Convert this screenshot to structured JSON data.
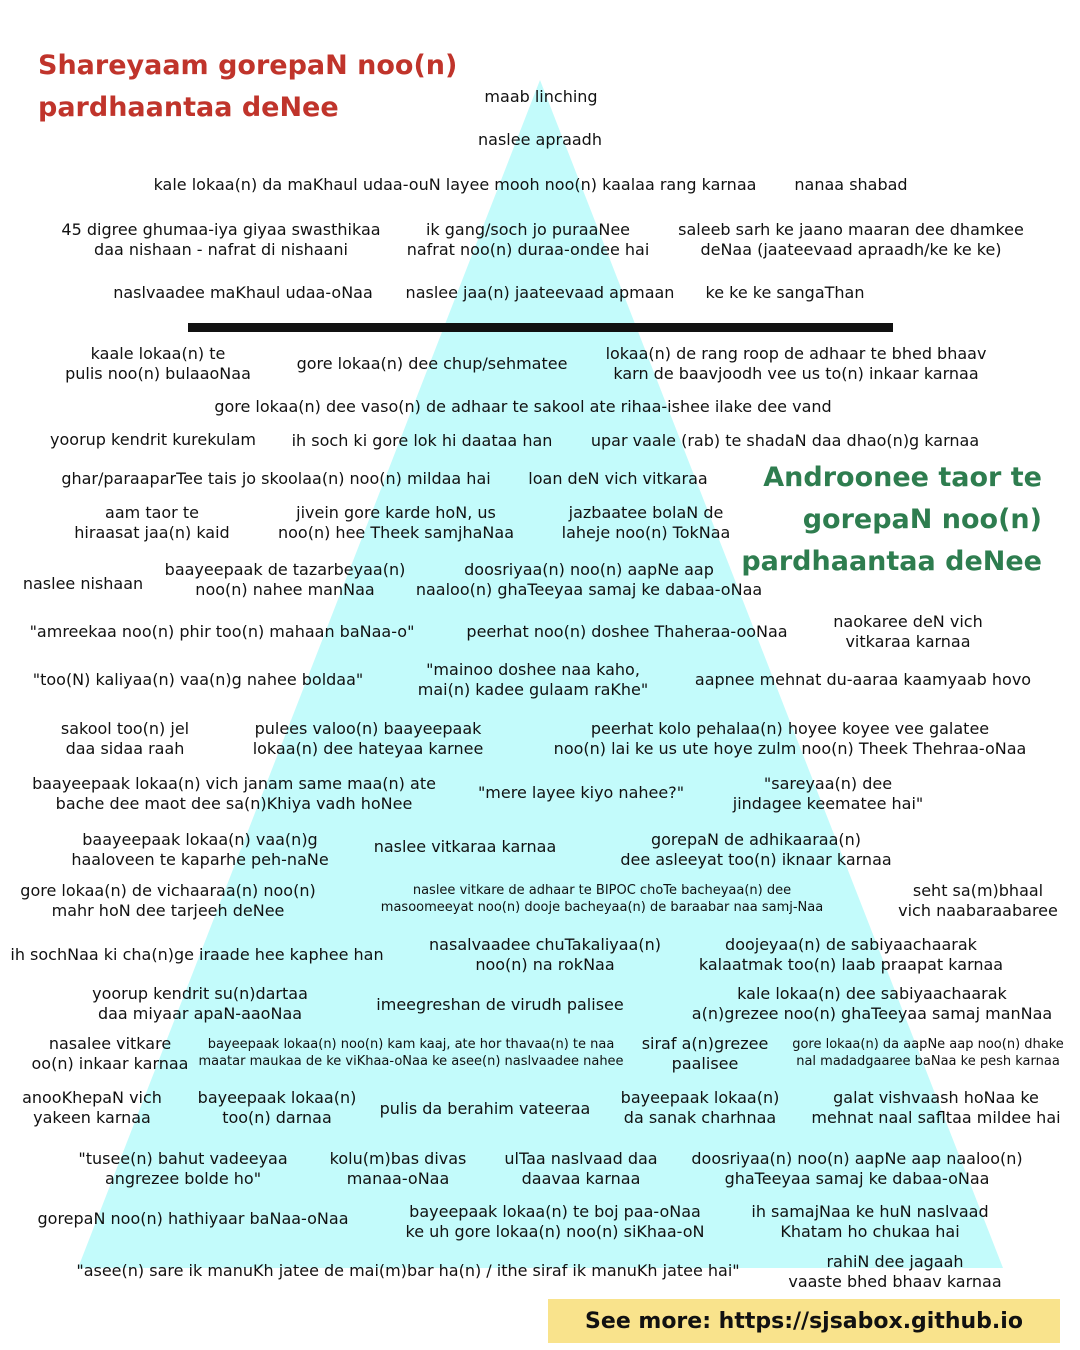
{
  "titles": {
    "overt": [
      "Shareyaam gorepaN noo(n)",
      "pardhaantaa deNee"
    ],
    "covert": [
      "Androonee taor te",
      "gorepaN noo(n)",
      "pardhaantaa deNee"
    ]
  },
  "overt_items": [
    [
      "maab linching"
    ],
    [
      "naslee apraadh"
    ],
    [
      "kale lokaa(n) da maKhaul udaa-ouN layee mooh noo(n) kaalaa rang karnaa"
    ],
    [
      "nanaa shabad"
    ],
    [
      "45 digree ghumaa-iya giyaa swasthikaa",
      "daa nishaan - nafrat di nishaani"
    ],
    [
      "ik gang/soch jo puraaNee",
      "nafrat noo(n) duraa-ondee hai"
    ],
    [
      "saleeb sarh ke jaano maaran dee dhamkee",
      "deNaa (jaateevaad apraadh/ke ke ke)"
    ],
    [
      "naslvaadee maKhaul udaa-oNaa"
    ],
    [
      "naslee jaa(n) jaateevaad apmaan"
    ],
    [
      "ke ke ke sangaThan"
    ]
  ],
  "covert_items": [
    [
      "kaale lokaa(n) te",
      "pulis noo(n) bulaaoNaa"
    ],
    [
      "gore lokaa(n) dee chup/sehmatee"
    ],
    [
      "lokaa(n) de rang roop de adhaar te bhed bhaav",
      "karn de baavjoodh vee us to(n) inkaar karnaa"
    ],
    [
      "gore lokaa(n) dee vaso(n) de adhaar te sakool ate rihaa-ishee ilake dee vand"
    ],
    [
      "yoorup kendrit kurekulam"
    ],
    [
      "ih soch ki gore lok hi daataa han"
    ],
    [
      "upar vaale (rab) te shadaN daa dhao(n)g karnaa"
    ],
    [
      "ghar/paraaparTee tais jo skoolaa(n) noo(n) mildaa hai"
    ],
    [
      "loan deN vich vitkaraa"
    ],
    [
      "aam taor te",
      "hiraasat jaa(n) kaid"
    ],
    [
      "jivein gore karde hoN, us",
      "noo(n) hee Theek samjhaNaa"
    ],
    [
      "jazbaatee bolaN de",
      "laheje noo(n) TokNaa"
    ],
    [
      "naslee nishaan"
    ],
    [
      "baayeepaak de tazarbeyaa(n)",
      "noo(n) nahee manNaa"
    ],
    [
      "doosriyaa(n) noo(n) aapNe aap",
      "naaloo(n) ghaTeeyaa samaj ke dabaa-oNaa"
    ],
    [
      "\"amreekaa noo(n) phir too(n) mahaan baNaa-o\""
    ],
    [
      "peerhat noo(n) doshee Thaheraa-ooNaa"
    ],
    [
      "naokaree deN vich",
      "vitkaraa karnaa"
    ],
    [
      "\"too(N) kaliyaa(n) vaa(n)g nahee boldaa\""
    ],
    [
      "\"mainoo doshee naa kaho,",
      "mai(n) kadee gulaam raKhe\""
    ],
    [
      "aapnee mehnat du-aaraa kaamyaab hovo"
    ],
    [
      "sakool too(n) jel",
      "daa sidaa raah"
    ],
    [
      "pulees valoo(n) baayeepaak",
      "lokaa(n) dee hateyaa karnee"
    ],
    [
      "peerhat kolo pehalaa(n) hoyee koyee vee galatee",
      "noo(n) lai ke us ute hoye zulm noo(n) Theek Thehraa-oNaa"
    ],
    [
      "baayeepaak lokaa(n) vich janam same maa(n) ate",
      "bache dee maot dee sa(n)Khiya vadh hoNee"
    ],
    [
      "\"mere layee kiyo nahee?\""
    ],
    [
      "\"sareyaa(n) dee",
      "jindagee keematee hai\""
    ],
    [
      "baayeepaak lokaa(n) vaa(n)g",
      "haaloveen te kaparhe peh-naNe"
    ],
    [
      "naslee vitkaraa karnaa"
    ],
    [
      "gorepaN de adhikaaraa(n)",
      "dee asleeyat too(n) iknaar karnaa"
    ],
    [
      "gore lokaa(n) de vichaaraa(n) noo(n)",
      "mahr hoN dee tarjeeh deNee"
    ],
    [
      "naslee vitkare de adhaar te BIPOC choTe bacheyaa(n) dee",
      "masoomeeyat noo(n) dooje bacheyaa(n) de baraabar naa samj-Naa"
    ],
    [
      "seht sa(m)bhaal",
      "vich naabaraabaree"
    ],
    [
      "ih sochNaa ki cha(n)ge iraade hee kaphee han"
    ],
    [
      "nasalvaadee chuTakaliyaa(n)",
      "noo(n) na rokNaa"
    ],
    [
      "doojeyaa(n) de sabiyaachaarak",
      "kalaatmak too(n) laab praapat karnaa"
    ],
    [
      "yoorup kendrit su(n)dartaa",
      "daa miyaar apaN-aaoNaa"
    ],
    [
      "imeegreshan de virudh palisee"
    ],
    [
      "kale lokaa(n) dee sabiyaachaarak",
      "a(n)grezee noo(n) ghaTeeyaa samaj manNaa"
    ],
    [
      "nasalee vitkare",
      "oo(n) inkaar karnaa"
    ],
    [
      "bayeepaak lokaa(n) noo(n) kam kaaj, ate hor thavaa(n) te naa",
      "maatar maukaa de ke viKhaa-oNaa ke asee(n) naslvaadee nahee"
    ],
    [
      "siraf a(n)grezee",
      "paalisee"
    ],
    [
      "gore lokaa(n) da aapNe aap noo(n) dhake",
      "nal madadgaaree baNaa ke pesh karnaa"
    ],
    [
      "anooKhepaN vich",
      "yakeen karnaa"
    ],
    [
      "bayeepaak lokaa(n)",
      "too(n) darnaa"
    ],
    [
      "pulis da berahim vateeraa"
    ],
    [
      "bayeepaak lokaa(n)",
      "da sanak charhnaa"
    ],
    [
      "galat vishvaash hoNaa ke",
      "mehnat naal safltaa mildee hai"
    ],
    [
      "\"tusee(n) bahut vadeeyaa",
      "angrezee bolde ho\""
    ],
    [
      "kolu(m)bas divas",
      "manaa-oNaa"
    ],
    [
      "ulTaa naslvaad daa",
      "daavaa karnaa"
    ],
    [
      "doosriyaa(n) noo(n) aapNe aap naaloo(n)",
      "ghaTeeyaa samaj ke dabaa-oNaa"
    ],
    [
      "gorepaN noo(n) hathiyaar baNaa-oNaa"
    ],
    [
      "bayeepaak lokaa(n) te boj paa-oNaa",
      "ke uh gore lokaa(n) noo(n) siKhaa-oN"
    ],
    [
      "ih samajNaa ke huN naslvaad",
      "Khatam ho chukaa hai"
    ],
    [
      "\"asee(n) sare ik manuKh jatee de mai(m)bar ha(n) / ithe siraf ik manuKh jatee hai\""
    ],
    [
      "rahiN dee jagaah",
      "vaaste bhed bhaav karnaa"
    ]
  ],
  "footer": {
    "see_more": "See more: https://sjsabox.github.io"
  },
  "colors": {
    "pyramid": "#c3fbfb",
    "divider": "#111111",
    "overt_title": "#c0342b",
    "covert_title": "#2e7d4f",
    "banner": "#f9e38c"
  }
}
